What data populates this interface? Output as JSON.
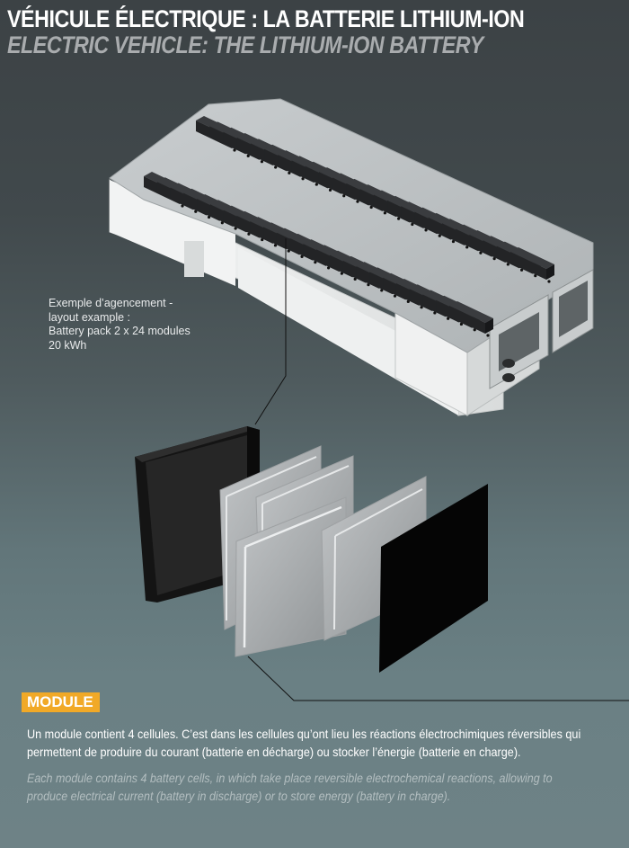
{
  "header": {
    "title_fr": "VÉHICULE  ÉLECTRIQUE : LA BATTERIE LITHIUM-ION",
    "title_en": "ELECTRIC VEHICLE: THE LITHIUM-ION BATTERY"
  },
  "pack_caption": {
    "line1": "Exemple d’agencement -",
    "line2": "layout example :",
    "line3": "Battery pack 2 x 24 modules",
    "line4": "20 kWh"
  },
  "illustrations": {
    "battery_pack": {
      "rows": 2,
      "modules_per_row": 24,
      "casing_color": "#e9ecec",
      "module_color": "#2c2d2f"
    },
    "module_exploded": {
      "cells": 4,
      "case_color": "#1a1a1a",
      "cell_color": "#a4a7a9",
      "cover_color": "#050505"
    }
  },
  "module_section": {
    "badge": "MODULE",
    "badge_color": "#f1a927",
    "text_fr": "Un module contient 4 cellules. C’est dans les cellules qu’ont lieu les réactions électrochimiques réversibles qui permettent de produire du courant (batterie en décharge) ou stocker l’énergie (batterie en charge).",
    "text_en": "Each module contains 4 battery cells, in which take place reversible electrochemical reactions, allowing to produce electrical current (battery in discharge) or to store energy (battery in charge)."
  }
}
